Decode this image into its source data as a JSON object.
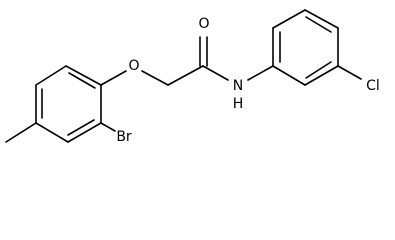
{
  "molecule": {
    "atom_labels": {
      "oxygen_ether": "O",
      "oxygen_carbonyl": "O",
      "amide_nitrogen": "N",
      "amide_hydrogen": "H",
      "bromine": "Br",
      "chlorine": "Cl"
    }
  }
}
